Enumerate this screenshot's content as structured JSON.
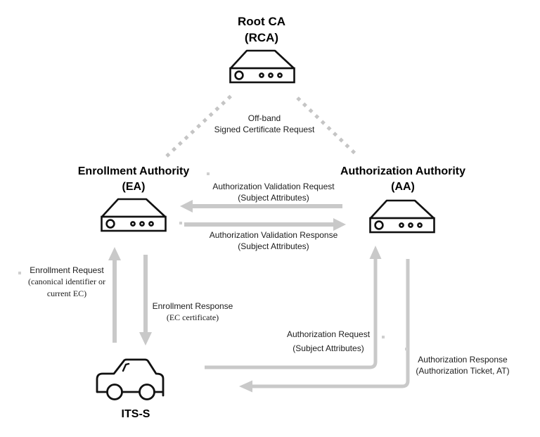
{
  "colors": {
    "background": "#ffffff",
    "arrow": "#c9c9c9",
    "dashed_line": "#c5c5c5",
    "text": "#1c1c1c",
    "node_stroke": "#111111"
  },
  "nodes": {
    "root_ca": {
      "title": "Root CA",
      "abbr": "(RCA)",
      "icon": "server-icon"
    },
    "ea": {
      "title": "Enrollment Authority",
      "abbr": "(EA)",
      "icon": "server-icon"
    },
    "aa": {
      "title": "Authorization Authority",
      "abbr": "(AA)",
      "icon": "server-icon"
    },
    "its_s": {
      "title": "ITS-S",
      "icon": "car-icon"
    }
  },
  "edges": {
    "offband": {
      "line1": "Off-band",
      "line2": "Signed Certificate Request"
    },
    "authorization_validation_request": {
      "line1": "Authorization Validation Request",
      "line2": "(Subject Attributes)"
    },
    "authorization_validation_response": {
      "line1": "Authorization Validation Response",
      "line2": "(Subject Attributes)"
    },
    "enrollment_request": {
      "line1": "Enrollment Request",
      "line2": "(canonical identifier or",
      "line3": "current EC)"
    },
    "enrollment_response": {
      "line1": "Enrollment Response",
      "line2": "(EC certificate)"
    },
    "authorization_request": {
      "line1": "Authorization Request",
      "line2": "(Subject Attributes)"
    },
    "authorization_response": {
      "line1": "Authorization Response",
      "line2": "(Authorization Ticket, AT)"
    }
  }
}
